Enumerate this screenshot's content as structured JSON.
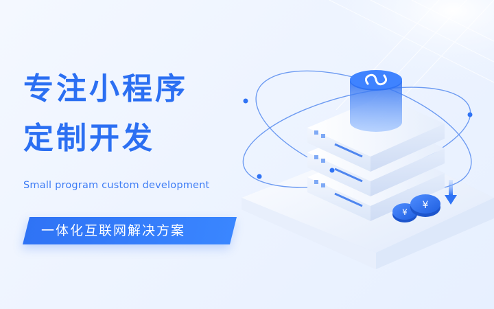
{
  "hero": {
    "title_line1": "专注小程序",
    "title_line2": "定制开发",
    "subtitle": "Small program custom development",
    "banner_text": "一体化互联网解决方案"
  },
  "colors": {
    "accent": "#2b6ff2",
    "banner": "#2f73f5",
    "background": "#f0f5ff"
  },
  "icons": [
    "mini-program-logo-icon",
    "yuan-coin-icon",
    "down-arrow-icon",
    "server-stack-icon"
  ]
}
